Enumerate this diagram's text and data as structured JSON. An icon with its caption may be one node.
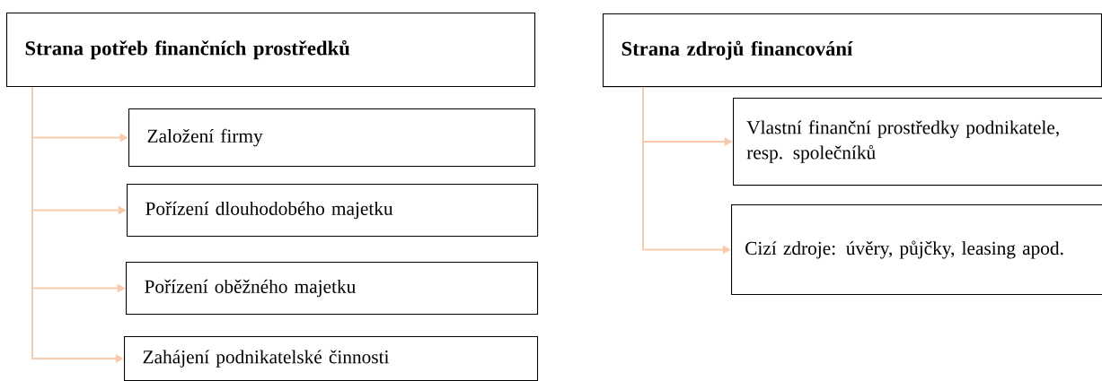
{
  "diagram": {
    "nodes": [
      {
        "text": [
          "Strana potřeb finančních prostředků"
        ]
      },
      {
        "text": [
          "Založení firmy"
        ]
      },
      {
        "text": [
          "Pořízení dlouhodobého majetku"
        ]
      },
      {
        "text": [
          "Pořízení oběžného majetku"
        ]
      },
      {
        "text": [
          "Zahájení podnikatelské činnosti"
        ]
      },
      {
        "text": [
          "Strana zdrojů financování"
        ]
      },
      {
        "text": [
          "Vlastní finanční prostředky podnikatele, resp. společníků"
        ]
      },
      {
        "text": [
          "Cizí zdroje: úvěry, půjčky, leasing apod."
        ]
      }
    ],
    "edges": [
      {
        "from": 0,
        "to": 1,
        "arrow": "to"
      },
      {
        "from": 0,
        "to": 2,
        "arrow": "to"
      },
      {
        "from": 0,
        "to": 3,
        "arrow": "to"
      },
      {
        "from": 0,
        "to": 4,
        "arrow": "to"
      },
      {
        "from": 5,
        "to": 6,
        "arrow": "to"
      },
      {
        "from": 5,
        "to": 7,
        "arrow": "to"
      }
    ]
  }
}
